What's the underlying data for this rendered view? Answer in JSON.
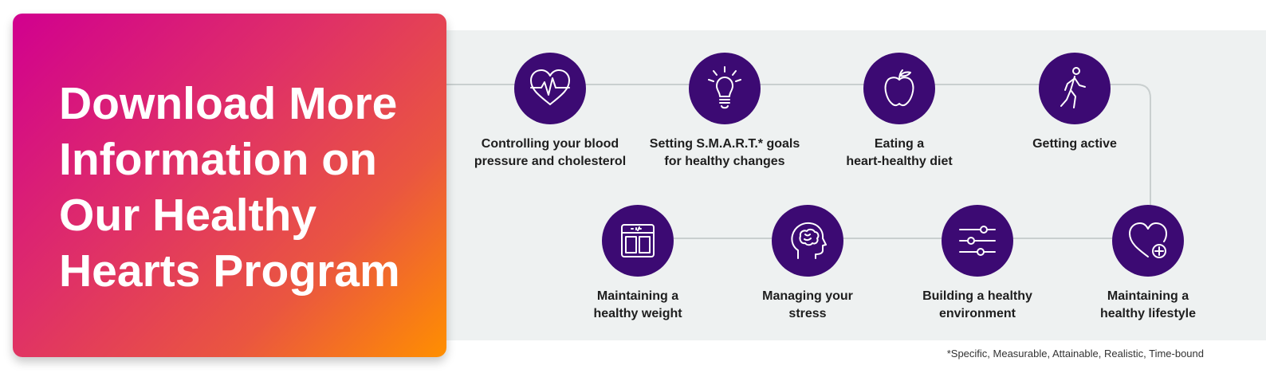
{
  "cta": {
    "title": "Download More Information on Our Healthy Hearts Program"
  },
  "steps_top": [
    {
      "label": "Controlling your blood\npressure and cholesterol",
      "icon": "heartbeat-icon"
    },
    {
      "label": "Setting S.M.A.R.T.* goals\nfor healthy changes",
      "icon": "lightbulb-icon"
    },
    {
      "label": "Eating a\nheart-healthy diet",
      "icon": "apple-icon"
    },
    {
      "label": "Getting active",
      "icon": "walking-person-icon"
    }
  ],
  "steps_bottom": [
    {
      "label": "Maintaining a\nhealthy weight",
      "icon": "scale-icon"
    },
    {
      "label": "Managing your\nstress",
      "icon": "brain-head-icon"
    },
    {
      "label": "Building a healthy\nenvironment",
      "icon": "sliders-icon"
    },
    {
      "label": "Maintaining a\nhealthy lifestyle",
      "icon": "heart-plus-icon"
    }
  ],
  "footnote": "*Specific, Measurable, Attainable, Realistic, Time-bound",
  "colors": {
    "circle": "#3c0a73",
    "panel": "#eef1f1",
    "gradient_start": "#d1008f",
    "gradient_end": "#ff8f00"
  }
}
